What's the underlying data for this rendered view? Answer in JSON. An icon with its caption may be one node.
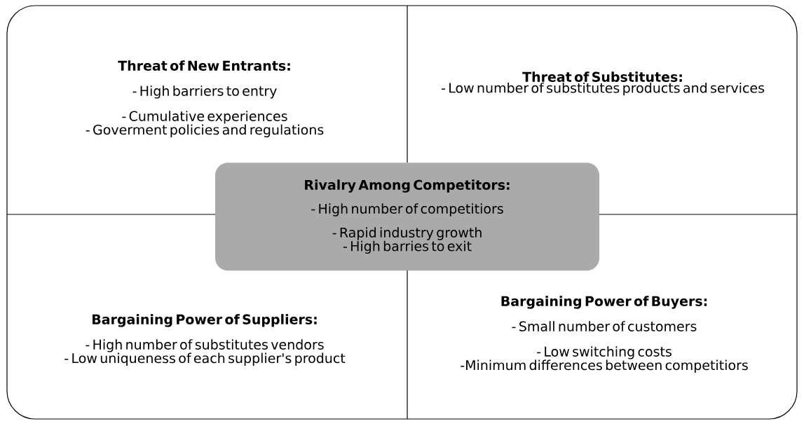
{
  "diagram": {
    "nodes": [
      {
        "text": [
          "Threat of New Entrants:",
          "- High barriers to entry",
          "- Cumulative experiences",
          "- Goverment policies and regulations"
        ]
      },
      {
        "text": [
          "Threat of Substitutes:",
          "- Low number of substitutes products and services"
        ]
      },
      {
        "text": [
          "Rivalry Among Competitors:",
          "- High number of competitiors",
          "- Rapid industry growth",
          "- High barries to exit"
        ]
      },
      {
        "text": [
          "Bargaining Power of Suppliers:",
          "- High number of substitutes vendors",
          "- Low uniqueness of each supplier's product"
        ]
      },
      {
        "text": [
          "Bargaining Power of Buyers:",
          "- Small number of customers",
          "- Low switching costs",
          "-Minimum differences between competitiors"
        ]
      }
    ]
  }
}
